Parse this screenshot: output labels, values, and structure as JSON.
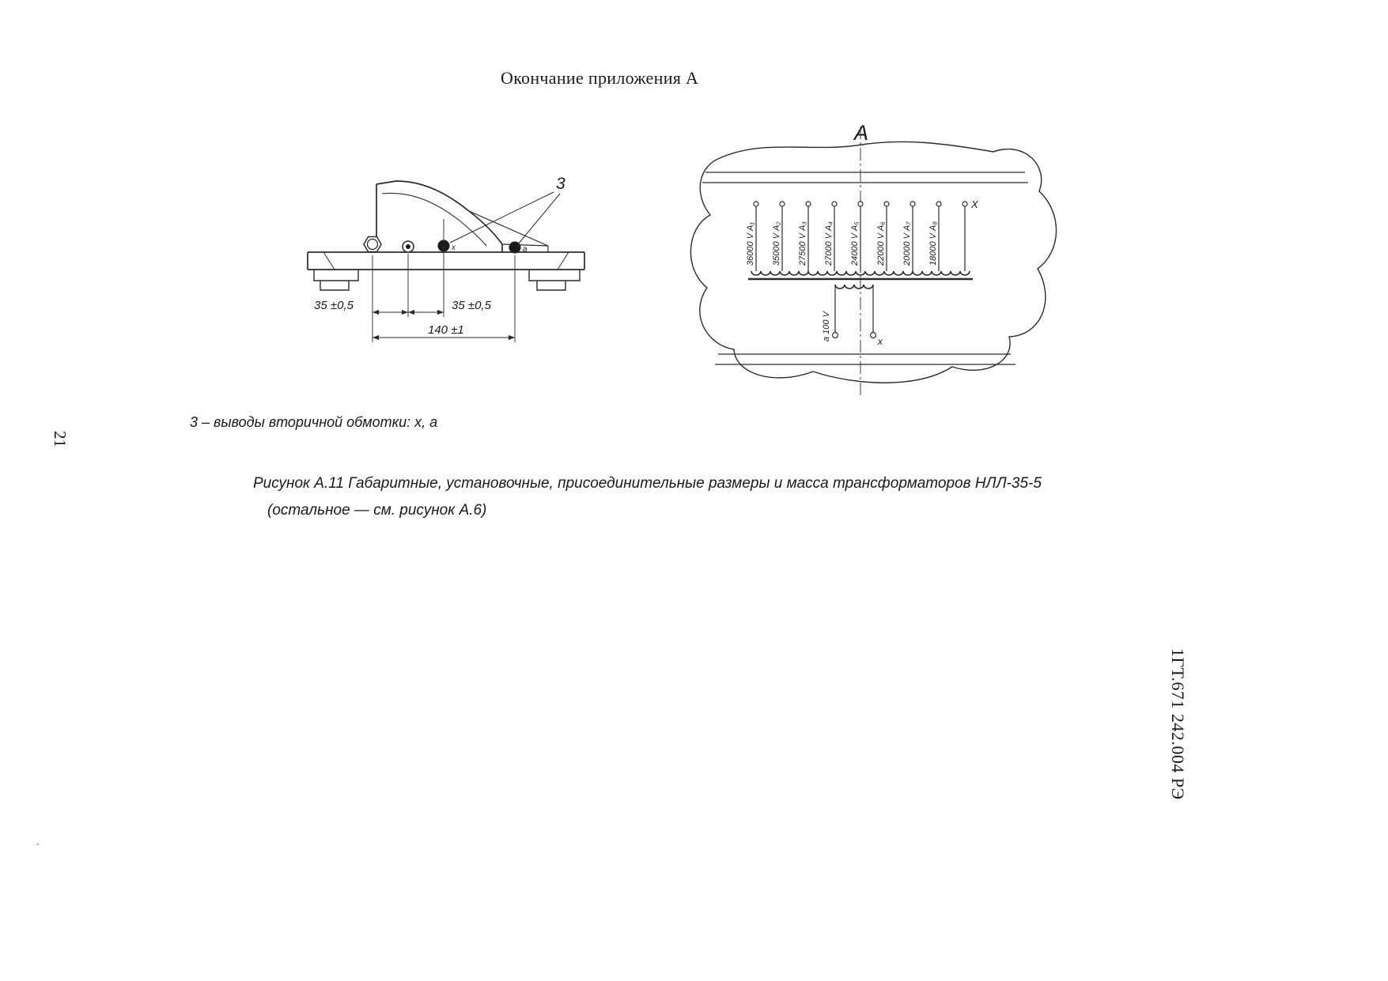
{
  "page": {
    "header": "Окончание приложения А",
    "page_number": "21",
    "doc_code": "1ГТ.671 242.004 РЭ",
    "note": "3 – выводы вторичной обмотки: х, а",
    "caption_line1": "Рисунок А.11 Габаритные, установочные, присоединительные размеры и масса трансформаторов НЛЛ-35-5",
    "caption_line2": "(остальное — см. рисунок А.6)",
    "artifact": "."
  },
  "left_drawing": {
    "callout": "3",
    "terminal_x_label": "х",
    "terminal_a_label": "а",
    "dims": {
      "left": "35 ±0,5",
      "right": "35 ±0,5",
      "total": "140 ±1"
    }
  },
  "right_drawing": {
    "view_label": "А",
    "taps": [
      "36000 V А₁",
      "35000 V А₂",
      "27500 V А₃",
      "27000 V А₄",
      "24000 V А₅",
      "22000 V А₆",
      "20000 V А₇",
      "18000 V А₈"
    ],
    "primary_end": "Х",
    "secondary_start": "а 100 V",
    "secondary_end": "х"
  }
}
